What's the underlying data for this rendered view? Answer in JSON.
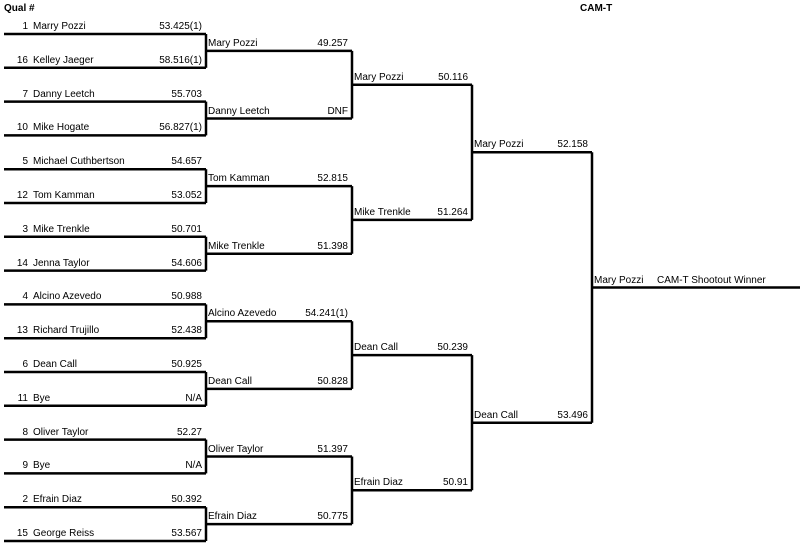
{
  "header": {
    "qual_label": "Qual #",
    "title": "CAM-T"
  },
  "round1": [
    {
      "seed": "1",
      "name": "Marry Pozzi",
      "time": "53.425(1)"
    },
    {
      "seed": "16",
      "name": "Kelley Jaeger",
      "time": "58.516(1)"
    },
    {
      "seed": "7",
      "name": "Danny Leetch",
      "time": "55.703"
    },
    {
      "seed": "10",
      "name": "Mike Hogate",
      "time": "56.827(1)"
    },
    {
      "seed": "5",
      "name": "Michael Cuthbertson",
      "time": "54.657"
    },
    {
      "seed": "12",
      "name": "Tom Kamman",
      "time": "53.052"
    },
    {
      "seed": "3",
      "name": "Mike Trenkle",
      "time": "50.701"
    },
    {
      "seed": "14",
      "name": "Jenna Taylor",
      "time": "54.606"
    },
    {
      "seed": "4",
      "name": "Alcino Azevedo",
      "time": "50.988"
    },
    {
      "seed": "13",
      "name": "Richard Trujillo",
      "time": "52.438"
    },
    {
      "seed": "6",
      "name": "Dean Call",
      "time": "50.925"
    },
    {
      "seed": "11",
      "name": "Bye",
      "time": "N/A"
    },
    {
      "seed": "8",
      "name": "Oliver Taylor",
      "time": "52.27"
    },
    {
      "seed": "9",
      "name": "Bye",
      "time": "N/A"
    },
    {
      "seed": "2",
      "name": "Efrain Diaz",
      "time": "50.392"
    },
    {
      "seed": "15",
      "name": "George Reiss",
      "time": "53.567"
    }
  ],
  "round2": [
    {
      "name": "Mary Pozzi",
      "time": "49.257"
    },
    {
      "name": "Danny Leetch",
      "time": "DNF"
    },
    {
      "name": "Tom Kamman",
      "time": "52.815"
    },
    {
      "name": "Mike Trenkle",
      "time": "51.398"
    },
    {
      "name": "Alcino Azevedo",
      "time": "54.241(1)"
    },
    {
      "name": "Dean Call",
      "time": "50.828"
    },
    {
      "name": "Oliver Taylor",
      "time": "51.397"
    },
    {
      "name": "Efrain Diaz",
      "time": "50.775"
    }
  ],
  "round3": [
    {
      "name": "Mary Pozzi",
      "time": "50.116"
    },
    {
      "name": "Mike Trenkle",
      "time": "51.264"
    },
    {
      "name": "Dean Call",
      "time": "50.239"
    },
    {
      "name": "Efrain Diaz",
      "time": "50.91"
    }
  ],
  "round4": [
    {
      "name": "Mary Pozzi",
      "time": "52.158"
    },
    {
      "name": "Dean Call",
      "time": "53.496"
    }
  ],
  "final": {
    "name": "Mary Pozzi",
    "label": "CAM-T Shootout Winner"
  }
}
